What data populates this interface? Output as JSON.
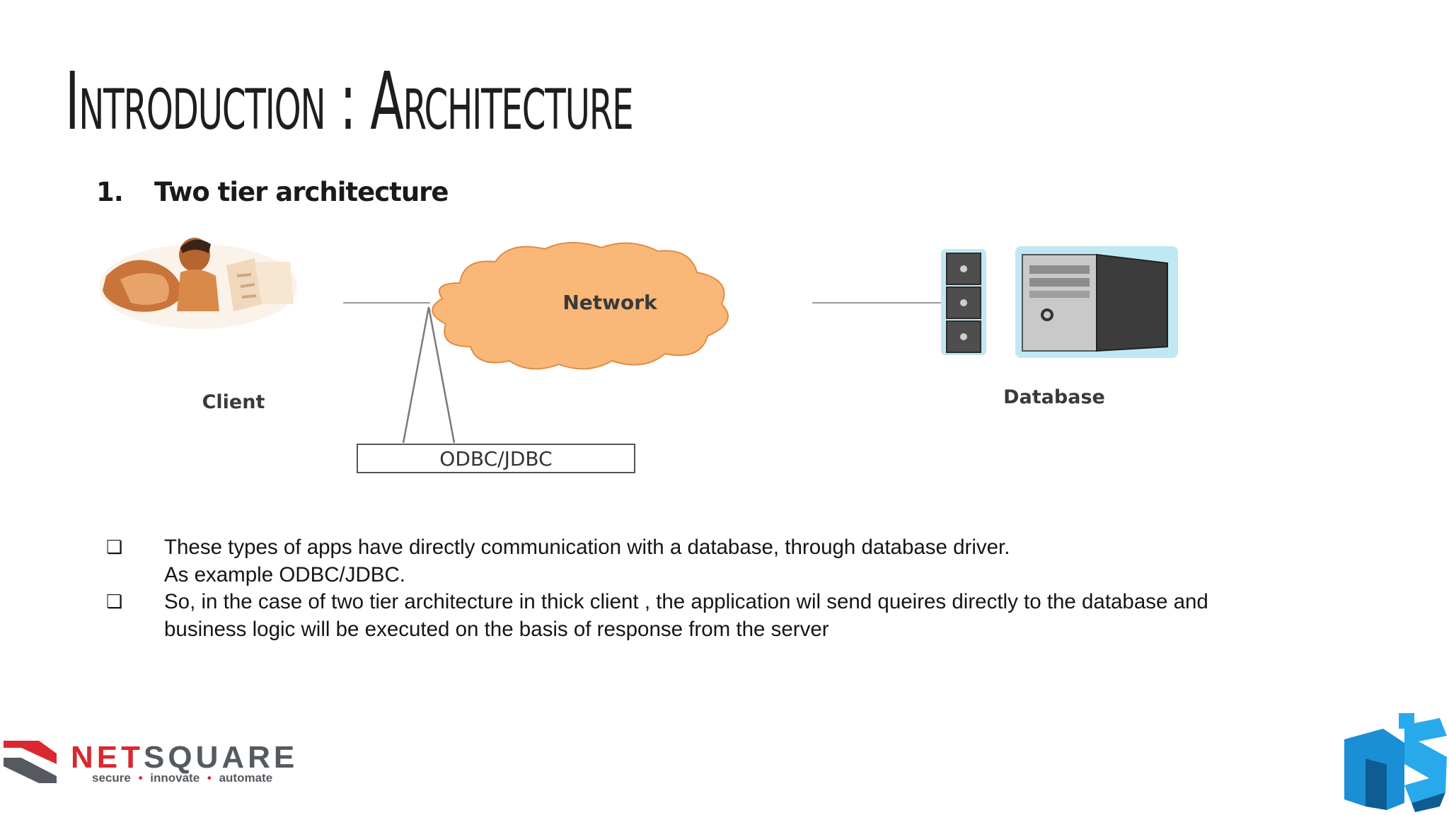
{
  "slide": {
    "title": "Introduction : Architecture",
    "subheading": {
      "number": "1.",
      "text": "Two tier architecture"
    }
  },
  "diagram": {
    "network_label": "Network",
    "client_label": "Client",
    "database_label": "Database",
    "driver_label": "ODBC/JDBC",
    "cloud_color": "#f9b877",
    "server_glow_color": "#9fdcec"
  },
  "bullets": {
    "marker": "❏",
    "items": [
      {
        "lines": [
          "These types of apps have directly communication with a database, through database driver.",
          "As example ODBC/JDBC."
        ]
      },
      {
        "lines": [
          "So, in the case of two tier architecture in thick client , the application wil send queires directly to the database and",
          "business logic will be executed on the basis of response from the server"
        ]
      }
    ]
  },
  "footer": {
    "brand_net": "NET",
    "brand_square": "SQUARE",
    "tagline_1": "secure",
    "tagline_2": "innovate",
    "tagline_3": "automate",
    "tagline_separator": "•",
    "brand_red": "#d9282f",
    "brand_gray": "#555a60",
    "mark_blue": "#1a8fd6"
  }
}
